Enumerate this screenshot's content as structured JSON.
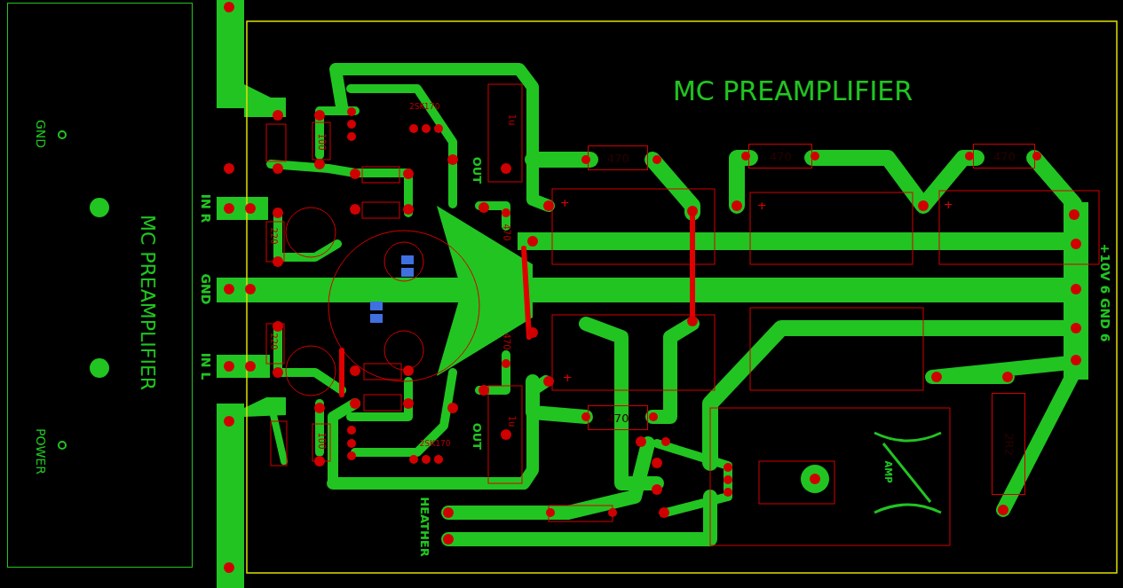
{
  "diagram": {
    "title": "MC PREAMPLIFIER",
    "nodes": [
      {
        "text": [
          "GND",
          "MC PREAMPLIFIER",
          "POWER"
        ]
      },
      {
        "text": [
          "470"
        ]
      },
      {
        "text": [
          "470"
        ]
      },
      {
        "text": [
          "470"
        ]
      },
      {
        "text": [
          "470"
        ]
      },
      {
        "text": [
          "2R2"
        ]
      }
    ],
    "labels": [
      "IN R",
      "GND",
      "IN L",
      "HEATHER",
      "OUT",
      "OUT",
      "+10V 6 GND 6",
      "2SK170",
      "2SK170",
      "1u",
      "1u",
      "470",
      "470",
      "220",
      "220",
      "100",
      "100",
      "+",
      "+",
      "+",
      "+",
      "AMP"
    ]
  }
}
